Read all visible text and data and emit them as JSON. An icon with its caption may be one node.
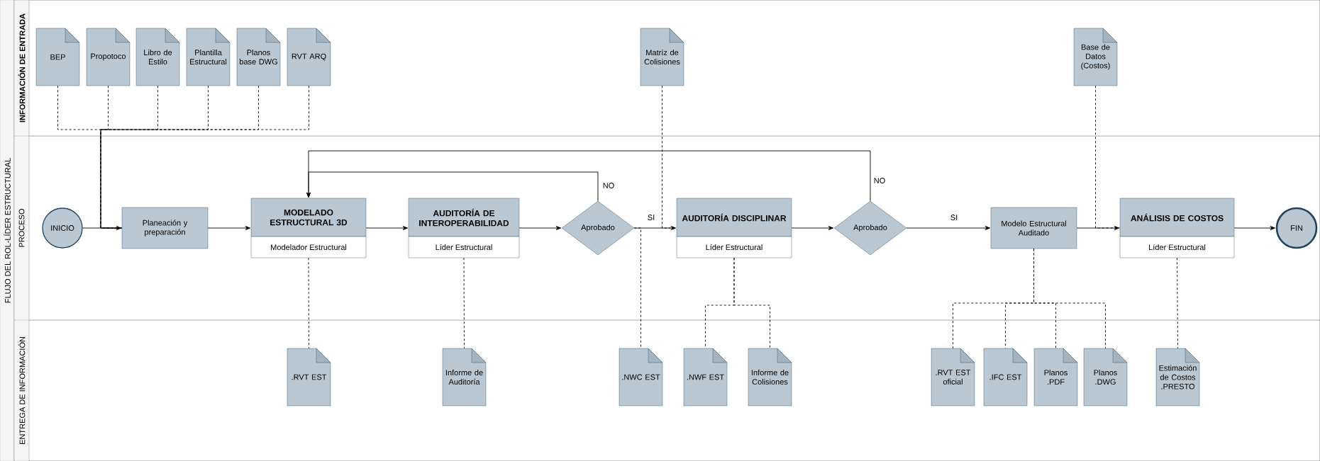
{
  "diagram": {
    "nodes": [
      {
        "text": [
          "FLUJO DEL ROL-LÍDER ESTRUCTURAL"
        ]
      },
      {
        "text": [
          "INFORMACIÓN DE ENTRADA"
        ],
        "in": 0
      },
      {
        "text": [
          "PROCESO"
        ],
        "in": 0
      },
      {
        "text": [
          "ENTREGA DE INFORMACIÓN"
        ],
        "in": 0
      },
      {
        "text": [
          "BEP"
        ],
        "in": 1
      },
      {
        "text": [
          "Propotoco"
        ],
        "in": 1
      },
      {
        "text": [
          "Libro de Estilo"
        ],
        "in": 1
      },
      {
        "text": [
          "Plantilla Estructural"
        ],
        "in": 1
      },
      {
        "text": [
          "Planos base DWG"
        ],
        "in": 1
      },
      {
        "text": [
          "RVT ARQ"
        ],
        "in": 1
      },
      {
        "text": [
          "Matríz de Colisiones"
        ],
        "in": 1
      },
      {
        "text": [
          "Base de Datos (Costos)"
        ],
        "in": 1
      },
      {
        "text": [
          "INICIO"
        ],
        "in": 2
      },
      {
        "text": [
          "Planeación y preparación"
        ],
        "in": 2
      },
      {
        "text": [
          "MODELADO ESTRUCTURAL 3D",
          "Modelador Estructural"
        ],
        "in": 2
      },
      {
        "text": [
          "AUDITORÍA DE INTEROPERABILIDAD",
          "Líder Estructural"
        ],
        "in": 2
      },
      {
        "text": [
          "Aprobado"
        ],
        "in": 2
      },
      {
        "text": [
          "AUDITORÍA DISCIPLINAR",
          "Líder Estructural"
        ],
        "in": 2
      },
      {
        "text": [
          "Aprobado"
        ],
        "in": 2
      },
      {
        "text": [
          "Modelo Estructural Auditado"
        ],
        "in": 2
      },
      {
        "text": [
          "ANÁLISIS DE COSTOS",
          "Líder Estructural"
        ],
        "in": 2
      },
      {
        "text": [
          "FIN"
        ],
        "in": 2
      },
      {
        "text": [
          ".RVT EST"
        ],
        "in": 3
      },
      {
        "text": [
          "Informe de Auditoría"
        ],
        "in": 3
      },
      {
        "text": [
          ".NWC EST"
        ],
        "in": 3
      },
      {
        "text": [
          ".NWF EST"
        ],
        "in": 3
      },
      {
        "text": [
          "Informe de Colisiones"
        ],
        "in": 3
      },
      {
        "text": [
          ".RVT EST oficial"
        ],
        "in": 3
      },
      {
        "text": [
          ".IFC EST"
        ],
        "in": 3
      },
      {
        "text": [
          "Planos .PDF"
        ],
        "in": 3
      },
      {
        "text": [
          "Planos .DWG"
        ],
        "in": 3
      },
      {
        "text": [
          "Estimación de Costos .PRESTO"
        ],
        "in": 3
      }
    ],
    "edges": [
      {
        "from": 4,
        "to": 13,
        "arrow": "none",
        "style": "dashed"
      },
      {
        "from": 5,
        "to": 13,
        "arrow": "none",
        "style": "dashed"
      },
      {
        "from": 6,
        "to": 13,
        "arrow": "none",
        "style": "dashed"
      },
      {
        "from": 7,
        "to": 13,
        "arrow": "none",
        "style": "dashed"
      },
      {
        "from": 8,
        "to": 13,
        "arrow": "none",
        "style": "dashed"
      },
      {
        "from": 9,
        "to": 13,
        "arrow": "none",
        "style": "dashed"
      },
      {
        "from": 12,
        "to": 13,
        "arrow": "to"
      },
      {
        "from": 13,
        "to": 14,
        "arrow": "to"
      },
      {
        "from": 14,
        "to": 15,
        "arrow": "to"
      },
      {
        "from": 15,
        "to": 16,
        "arrow": "to"
      },
      {
        "from": 16,
        "to": 17,
        "arrow": "to",
        "label": "SI"
      },
      {
        "from": 17,
        "to": 18,
        "arrow": "to"
      },
      {
        "from": 18,
        "to": 19,
        "arrow": "to",
        "label": "SI"
      },
      {
        "from": 19,
        "to": 20,
        "arrow": "to"
      },
      {
        "from": 20,
        "to": 21,
        "arrow": "to"
      },
      {
        "from": 16,
        "to": 14,
        "arrow": "to",
        "label": "NO"
      },
      {
        "from": 18,
        "to": 14,
        "arrow": "to",
        "label": "NO"
      },
      {
        "from": 10,
        "to": 17,
        "arrow": "none",
        "style": "dashed"
      },
      {
        "from": 11,
        "to": 20,
        "arrow": "none",
        "style": "dashed"
      },
      {
        "from": 14,
        "to": 22,
        "arrow": "none",
        "style": "dashed"
      },
      {
        "from": 15,
        "to": 23,
        "arrow": "none",
        "style": "dashed"
      },
      {
        "from": 16,
        "to": 24,
        "arrow": "none",
        "style": "dashed"
      },
      {
        "from": 17,
        "to": 25,
        "arrow": "none",
        "style": "dashed"
      },
      {
        "from": 17,
        "to": 26,
        "arrow": "none",
        "style": "dashed"
      },
      {
        "from": 19,
        "to": 27,
        "arrow": "none",
        "style": "dashed"
      },
      {
        "from": 19,
        "to": 28,
        "arrow": "none",
        "style": "dashed"
      },
      {
        "from": 19,
        "to": 29,
        "arrow": "none",
        "style": "dashed"
      },
      {
        "from": 19,
        "to": 30,
        "arrow": "none",
        "style": "dashed"
      },
      {
        "from": 20,
        "to": 31,
        "arrow": "none",
        "style": "dashed"
      }
    ]
  }
}
